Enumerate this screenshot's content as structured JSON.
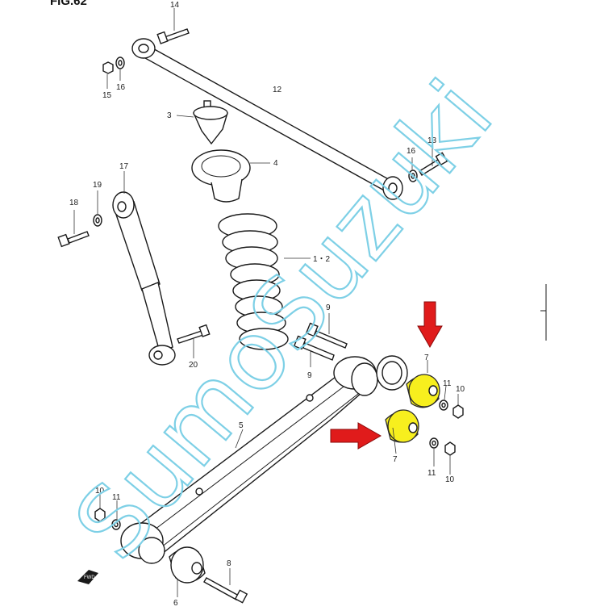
{
  "figure_title": "FIG.62",
  "watermark": "SumoSuzuki",
  "colors": {
    "highlight": "#f7ef1e",
    "arrow": "#e01b1b",
    "watermark": "#7ed0e6"
  },
  "labels": {
    "p14": "14",
    "p15": "15",
    "p16a": "16",
    "p12": "12",
    "p3": "3",
    "p4": "4",
    "p16b": "16",
    "p13": "13",
    "p17": "17",
    "p19": "19",
    "p18": "18",
    "p1_2": "1・2",
    "p9a": "9",
    "p9b": "9",
    "p20": "20",
    "p7a": "7",
    "p11a": "11",
    "p10a": "10",
    "p5": "5",
    "p7b": "7",
    "p11b": "11",
    "p10b": "10",
    "p10c": "10",
    "p11c": "11",
    "p8": "8",
    "p6": "6"
  },
  "fwd_icon": "FWD"
}
